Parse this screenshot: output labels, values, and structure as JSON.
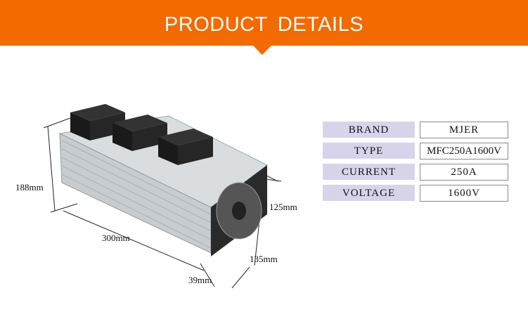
{
  "header": {
    "title": "PRODUCT DETAILS",
    "accent": "#F26A00"
  },
  "dimensions": {
    "height": "188mm",
    "length": "300mm",
    "fan_height": "125mm",
    "depth": "135mm",
    "fan_offset": "39mm"
  },
  "specs": [
    {
      "label": "BRAND",
      "value": "MJER"
    },
    {
      "label": "TYPE",
      "value": "MFC250A1600V"
    },
    {
      "label": "CURRENT",
      "value": "250A"
    },
    {
      "label": "VOLTAGE",
      "value": "1600V"
    }
  ]
}
